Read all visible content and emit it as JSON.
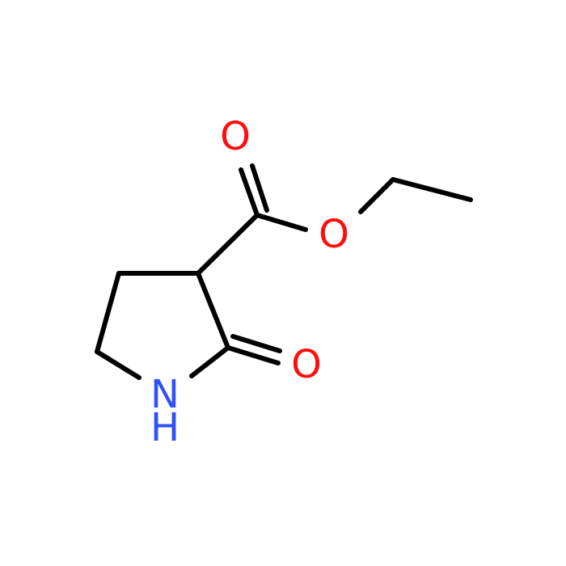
{
  "molecule": {
    "atoms": {
      "carbonyl_oxygen": {
        "symbol": "O",
        "color": "#ff0d0d"
      },
      "ester_oxygen": {
        "symbol": "O",
        "color": "#ff0d0d"
      },
      "lactam_oxygen": {
        "symbol": "O",
        "color": "#ff0d0d"
      },
      "nitrogen": {
        "symbol": "N",
        "color": "#3050f8"
      },
      "nitrogen_hydrogen": {
        "symbol": "H",
        "color": "#3050f8"
      }
    },
    "bond_color": "#000000"
  }
}
